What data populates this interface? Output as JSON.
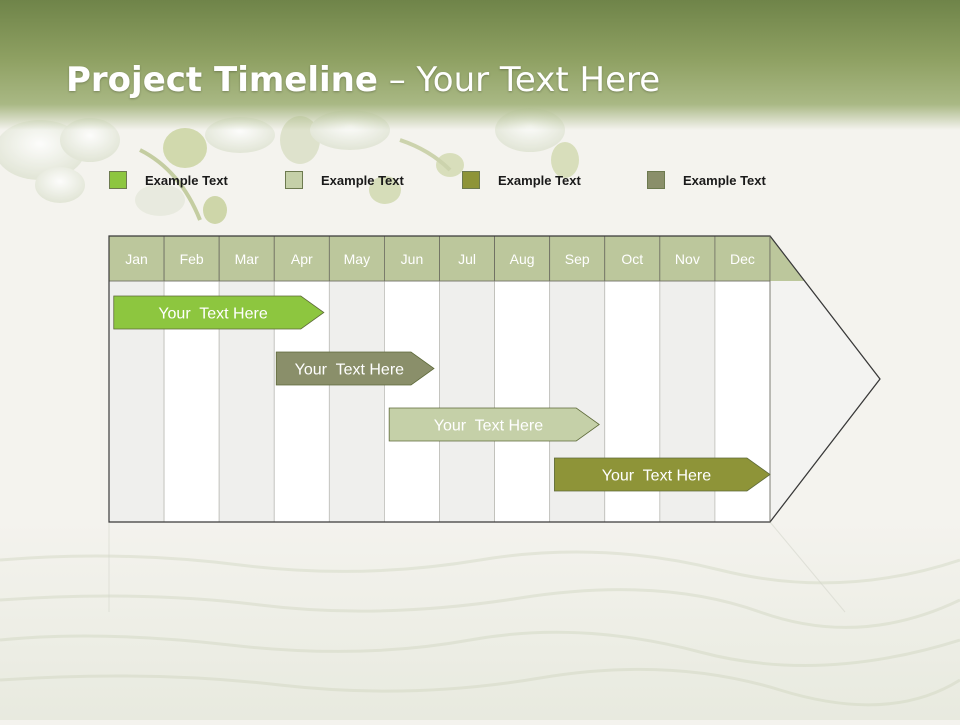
{
  "title": {
    "bold": "Project Timeline",
    "rest": " – Your Text Here"
  },
  "legend": [
    {
      "label": "Example Text",
      "color": "#8dc63f"
    },
    {
      "label": "Example Text",
      "color": "#c5d0a8"
    },
    {
      "label": "Example Text",
      "color": "#8e9438"
    },
    {
      "label": "Example Text",
      "color": "#8a8f6a"
    }
  ],
  "months": [
    "Jan",
    "Feb",
    "Mar",
    "Apr",
    "May",
    "Jun",
    "Jul",
    "Aug",
    "Sep",
    "Oct",
    "Nov",
    "Dec"
  ],
  "tasks": [
    {
      "label": "Your  Text Here",
      "start": 0.05,
      "end": 3.9,
      "color": "#8dc63f",
      "text_color": "#ffffff"
    },
    {
      "label": "Your  Text Here",
      "start": 3.0,
      "end": 5.9,
      "color": "#8a8f6a",
      "text_color": "#ffffff"
    },
    {
      "label": "Your  Text Here",
      "start": 5.05,
      "end": 8.9,
      "color": "#c5d0a8",
      "text_color": "#ffffff"
    },
    {
      "label": "Your  Text Here",
      "start": 8.05,
      "end": 12.0,
      "color": "#8e9438",
      "text_color": "#1a1a1a"
    }
  ],
  "colors": {
    "header": "#bcc79c",
    "title_bar": "#7d9050"
  }
}
